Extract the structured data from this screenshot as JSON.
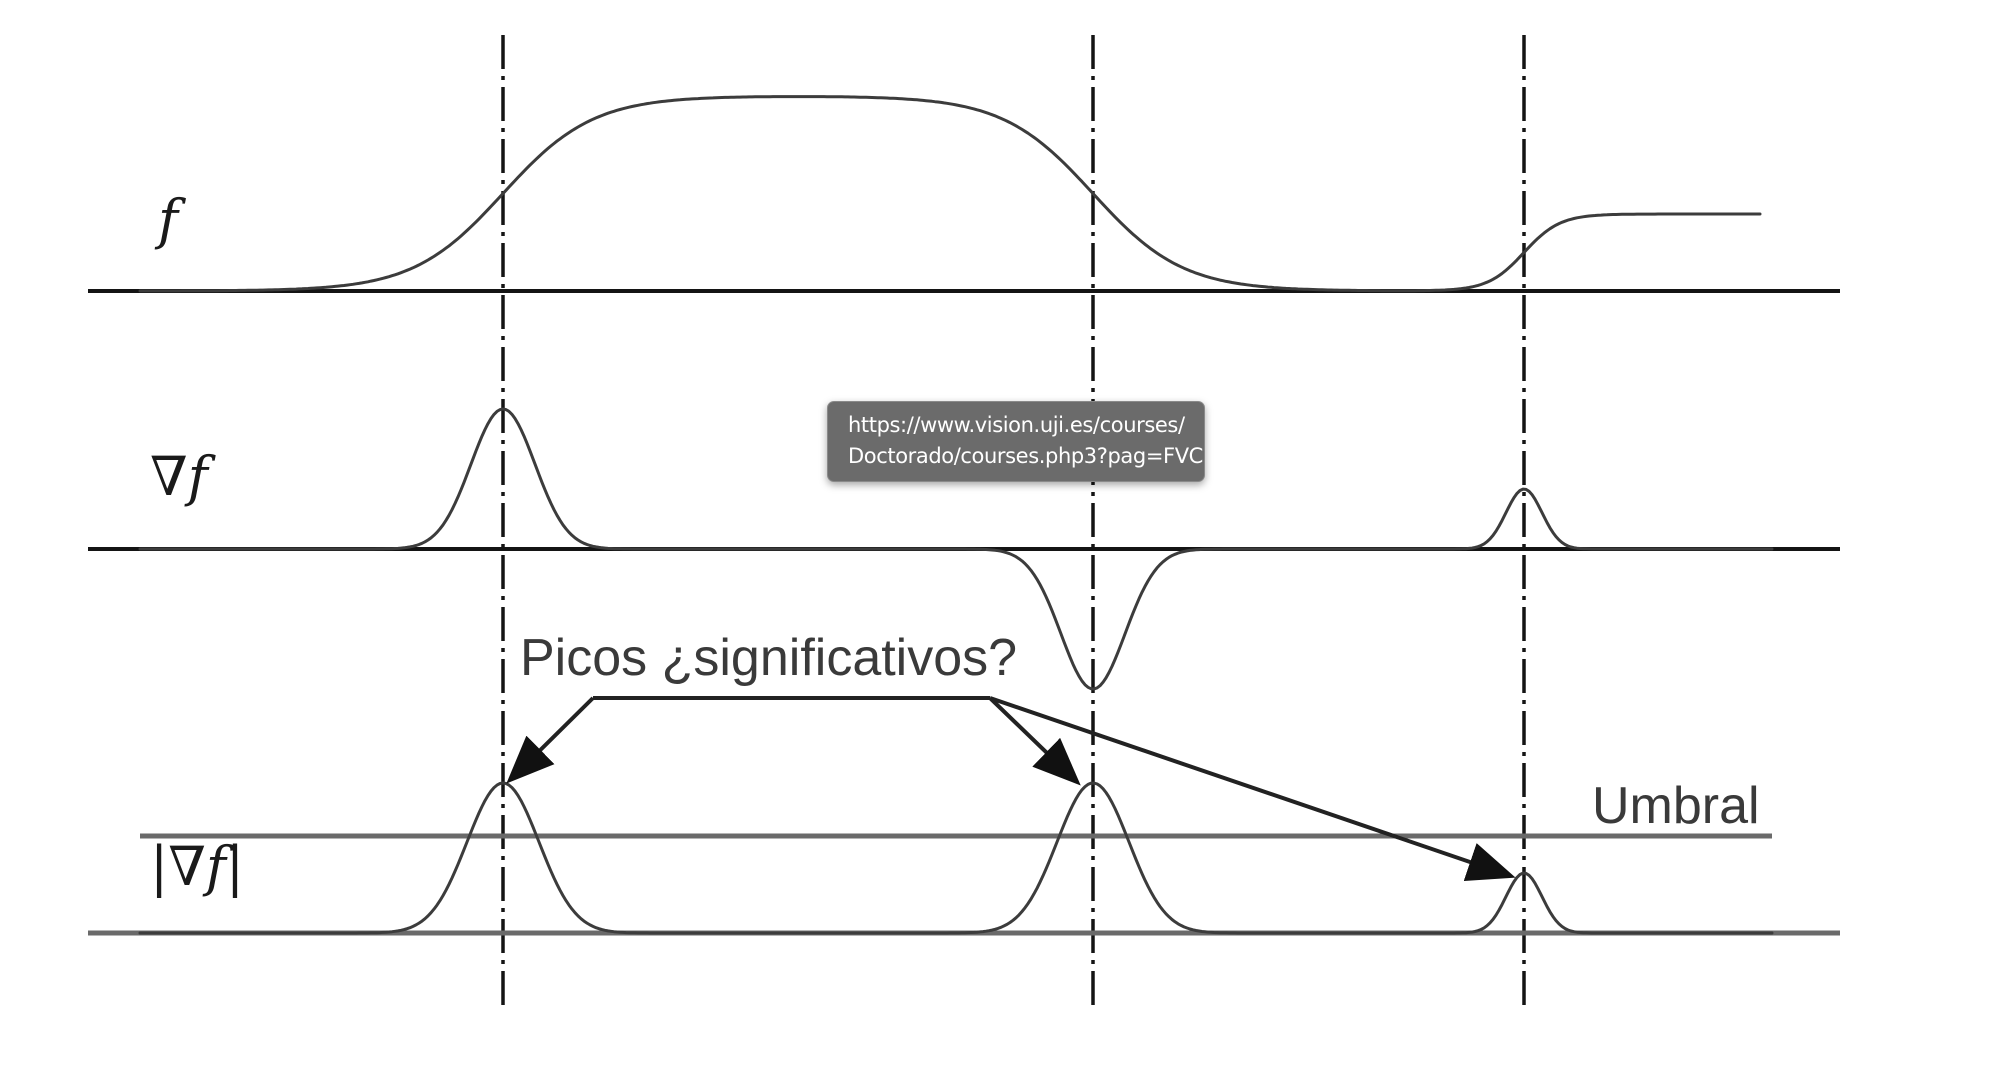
{
  "diagram": {
    "rows": [
      {
        "label": "f"
      },
      {
        "label": "∇f"
      },
      {
        "label": "|∇f|"
      }
    ],
    "annotation": "Picos ¿significativos?",
    "threshold_label": "Umbral",
    "colors": {
      "curve": "#3c3c3c",
      "axis": "#141414",
      "threshold": "#6a6a6a",
      "tooltip_bg": "#6b6b6b"
    }
  },
  "tooltip": {
    "line1": "https://www.vision.uji.es/courses/",
    "line2": "Doctorado/courses.php3?pag=FVC"
  }
}
